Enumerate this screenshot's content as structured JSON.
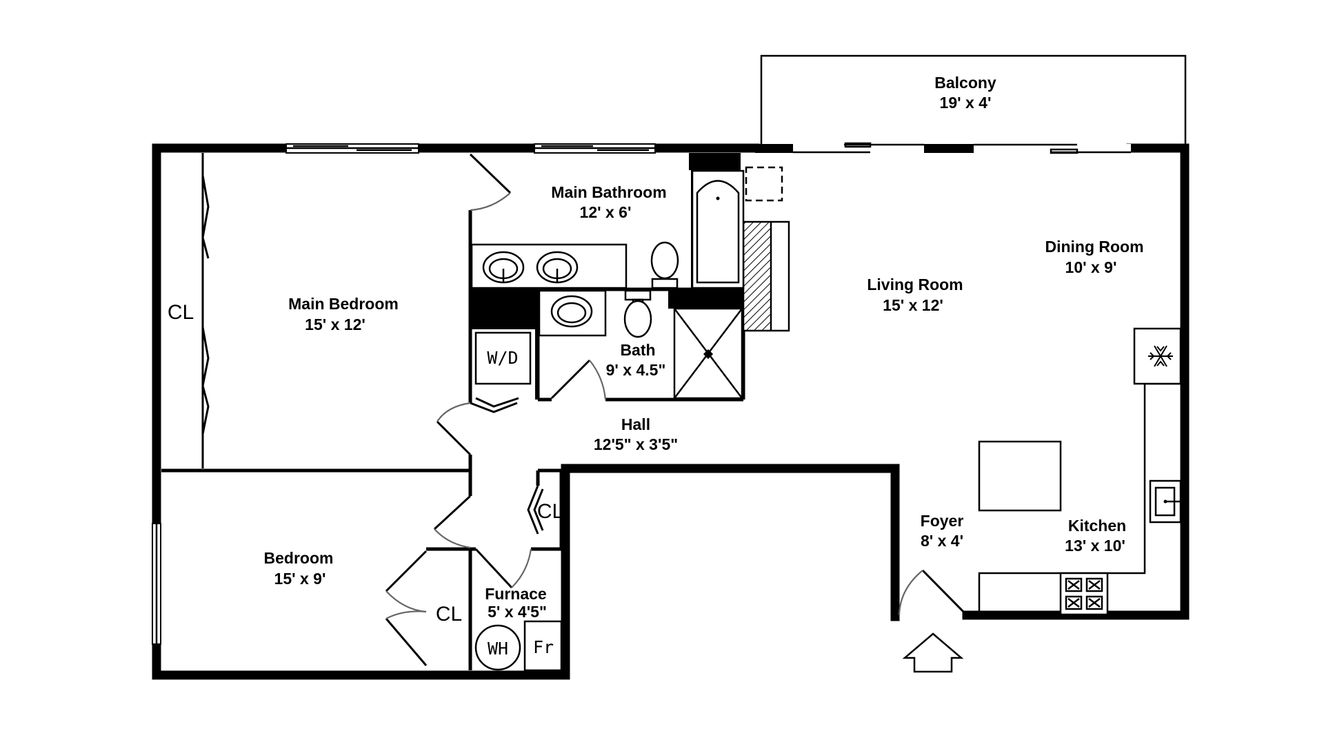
{
  "rooms": {
    "balcony": {
      "name": "Balcony",
      "size": "19' x 4'"
    },
    "main_bathroom": {
      "name": "Main Bathroom",
      "size": "12' x 6'"
    },
    "dining_room": {
      "name": "Dining Room",
      "size": "10' x 9'"
    },
    "living_room": {
      "name": "Living Room",
      "size": "15' x 12'"
    },
    "main_bedroom": {
      "name": "Main Bedroom",
      "size": "15' x 12'"
    },
    "bath": {
      "name": "Bath",
      "size": "9' x 4.5\""
    },
    "hall": {
      "name": "Hall",
      "size": "12'5\" x 3'5\""
    },
    "bedroom": {
      "name": "Bedroom",
      "size": "15' x 9'"
    },
    "furnace": {
      "name": "Furnace",
      "size": "5' x 4'5\""
    },
    "foyer": {
      "name": "Foyer",
      "size": "8' x 4'"
    },
    "kitchen": {
      "name": "Kitchen",
      "size": "13' x 10'"
    }
  },
  "closets": {
    "main_bedroom": "CL",
    "hall": "CL",
    "bedroom": "CL"
  },
  "fixtures": {
    "washer_dryer": "W/D",
    "water_heater": "WH",
    "furnace_unit": "Fr"
  },
  "icons": {
    "refrigerator": "snowflake-icon",
    "entry": "entry-arrow-icon"
  }
}
